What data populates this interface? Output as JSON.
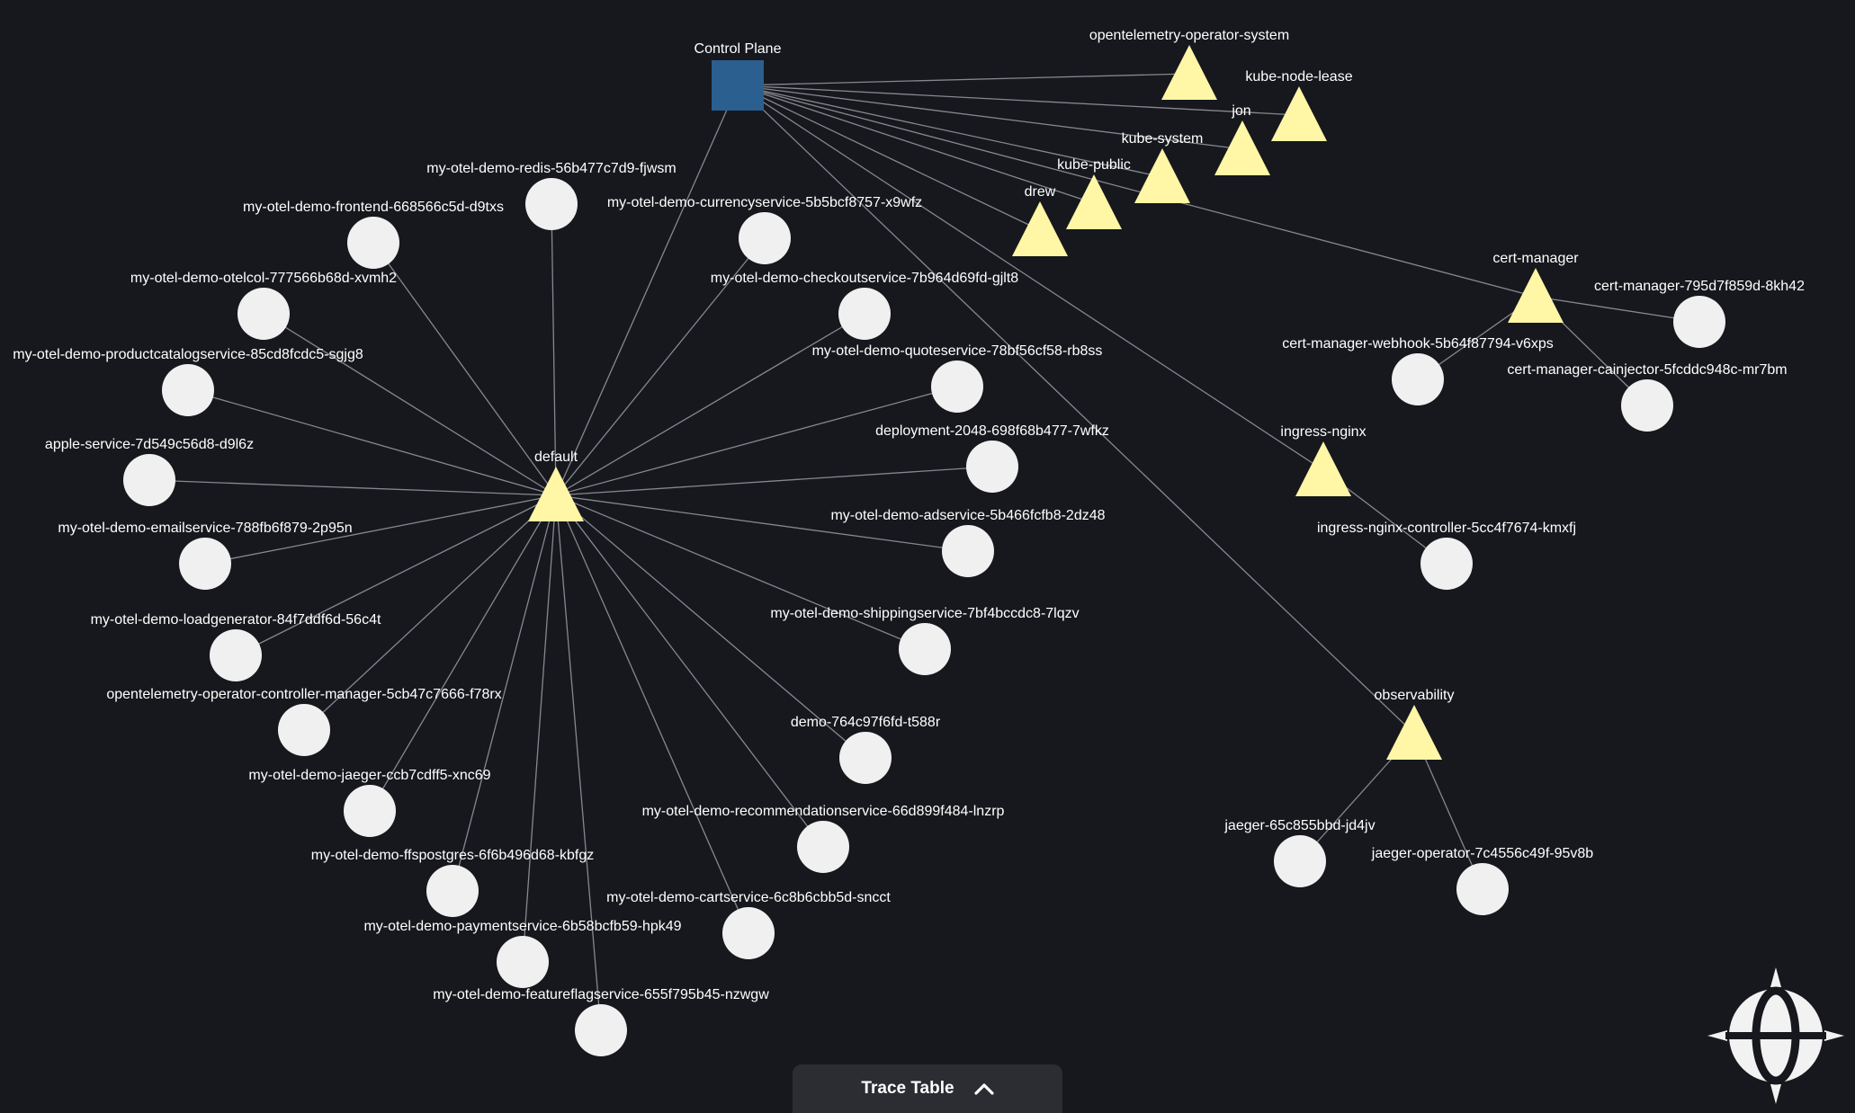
{
  "colors": {
    "background": "#16181d",
    "edge": "#9a9ca3",
    "control_plane": "#2b5f8f",
    "namespace": "#fff6a6",
    "pod": "#f0f0f0",
    "text": "#ffffff"
  },
  "graph": {
    "nodes": [
      {
        "id": "control-plane",
        "label": "Control Plane",
        "kind": "control-plane"
      },
      {
        "id": "opentelemetry-operator-system",
        "label": "opentelemetry-operator-system",
        "kind": "namespace"
      },
      {
        "id": "kube-node-lease",
        "label": "kube-node-lease",
        "kind": "namespace"
      },
      {
        "id": "jon",
        "label": "jon",
        "kind": "namespace"
      },
      {
        "id": "kube-system",
        "label": "kube-system",
        "kind": "namespace"
      },
      {
        "id": "kube-public",
        "label": "kube-public",
        "kind": "namespace"
      },
      {
        "id": "drew",
        "label": "drew",
        "kind": "namespace"
      },
      {
        "id": "cert-manager",
        "label": "cert-manager",
        "kind": "namespace"
      },
      {
        "id": "ingress-nginx",
        "label": "ingress-nginx",
        "kind": "namespace"
      },
      {
        "id": "observability",
        "label": "observability",
        "kind": "namespace"
      },
      {
        "id": "default",
        "label": "default",
        "kind": "namespace"
      },
      {
        "id": "cm-1",
        "label": "cert-manager-795d7f859d-8kh42",
        "kind": "pod"
      },
      {
        "id": "cm-2",
        "label": "cert-manager-webhook-5b64f87794-v6xps",
        "kind": "pod"
      },
      {
        "id": "cm-3",
        "label": "cert-manager-cainjector-5fcddc948c-mr7bm",
        "kind": "pod"
      },
      {
        "id": "ing-1",
        "label": "ingress-nginx-controller-5cc4f7674-kmxfj",
        "kind": "pod"
      },
      {
        "id": "obs-1",
        "label": "jaeger-65c855bbd-jd4jv",
        "kind": "pod"
      },
      {
        "id": "obs-2",
        "label": "jaeger-operator-7c4556c49f-95v8b",
        "kind": "pod"
      },
      {
        "id": "d-1",
        "label": "my-otel-demo-redis-56b477c7d9-fjwsm",
        "kind": "pod"
      },
      {
        "id": "d-2",
        "label": "my-otel-demo-frontend-668566c5d-d9txs",
        "kind": "pod"
      },
      {
        "id": "d-3",
        "label": "my-otel-demo-currencyservice-5b5bcf8757-x9wfz",
        "kind": "pod"
      },
      {
        "id": "d-4",
        "label": "my-otel-demo-otelcol-777566b68d-xvmh2",
        "kind": "pod"
      },
      {
        "id": "d-5",
        "label": "my-otel-demo-checkoutservice-7b964d69fd-gjlt8",
        "kind": "pod"
      },
      {
        "id": "d-6",
        "label": "my-otel-demo-productcatalogservice-85cd8fcdc5-sgjg8",
        "kind": "pod"
      },
      {
        "id": "d-7",
        "label": "my-otel-demo-quoteservice-78bf56cf58-rb8ss",
        "kind": "pod"
      },
      {
        "id": "d-8",
        "label": "apple-service-7d549c56d8-d9l6z",
        "kind": "pod"
      },
      {
        "id": "d-9",
        "label": "deployment-2048-698f68b477-7wfkz",
        "kind": "pod"
      },
      {
        "id": "d-10",
        "label": "my-otel-demo-emailservice-788fb6f879-2p95n",
        "kind": "pod"
      },
      {
        "id": "d-11",
        "label": "my-otel-demo-adservice-5b466fcfb8-2dz48",
        "kind": "pod"
      },
      {
        "id": "d-12",
        "label": "my-otel-demo-loadgenerator-84f7ddf6d-56c4t",
        "kind": "pod"
      },
      {
        "id": "d-13",
        "label": "my-otel-demo-shippingservice-7bf4bccdc8-7lqzv",
        "kind": "pod"
      },
      {
        "id": "d-14",
        "label": "opentelemetry-operator-controller-manager-5cb47c7666-f78rx",
        "kind": "pod"
      },
      {
        "id": "d-15",
        "label": "demo-764c97f6fd-t588r",
        "kind": "pod"
      },
      {
        "id": "d-16",
        "label": "my-otel-demo-jaeger-ccb7cdff5-xnc69",
        "kind": "pod"
      },
      {
        "id": "d-17",
        "label": "my-otel-demo-recommendationservice-66d899f484-lnzrp",
        "kind": "pod"
      },
      {
        "id": "d-18",
        "label": "my-otel-demo-ffspostgres-6f6b496d68-kbfgz",
        "kind": "pod"
      },
      {
        "id": "d-19",
        "label": "my-otel-demo-cartservice-6c8b6cbb5d-sncct",
        "kind": "pod"
      },
      {
        "id": "d-20",
        "label": "my-otel-demo-paymentservice-6b58bcfb59-hpk49",
        "kind": "pod"
      },
      {
        "id": "d-21",
        "label": "my-otel-demo-featureflagservice-655f795b45-nzwgw",
        "kind": "pod"
      }
    ],
    "edges": [
      [
        "control-plane",
        "opentelemetry-operator-system"
      ],
      [
        "control-plane",
        "kube-node-lease"
      ],
      [
        "control-plane",
        "jon"
      ],
      [
        "control-plane",
        "kube-system"
      ],
      [
        "control-plane",
        "kube-public"
      ],
      [
        "control-plane",
        "drew"
      ],
      [
        "control-plane",
        "cert-manager"
      ],
      [
        "control-plane",
        "ingress-nginx"
      ],
      [
        "control-plane",
        "observability"
      ],
      [
        "control-plane",
        "default"
      ],
      [
        "cert-manager",
        "cm-1"
      ],
      [
        "cert-manager",
        "cm-2"
      ],
      [
        "cert-manager",
        "cm-3"
      ],
      [
        "ingress-nginx",
        "ing-1"
      ],
      [
        "observability",
        "obs-1"
      ],
      [
        "observability",
        "obs-2"
      ],
      [
        "default",
        "d-1"
      ],
      [
        "default",
        "d-2"
      ],
      [
        "default",
        "d-3"
      ],
      [
        "default",
        "d-4"
      ],
      [
        "default",
        "d-5"
      ],
      [
        "default",
        "d-6"
      ],
      [
        "default",
        "d-7"
      ],
      [
        "default",
        "d-8"
      ],
      [
        "default",
        "d-9"
      ],
      [
        "default",
        "d-10"
      ],
      [
        "default",
        "d-11"
      ],
      [
        "default",
        "d-12"
      ],
      [
        "default",
        "d-13"
      ],
      [
        "default",
        "d-14"
      ],
      [
        "default",
        "d-15"
      ],
      [
        "default",
        "d-16"
      ],
      [
        "default",
        "d-17"
      ],
      [
        "default",
        "d-18"
      ],
      [
        "default",
        "d-19"
      ],
      [
        "default",
        "d-20"
      ],
      [
        "default",
        "d-21"
      ]
    ]
  },
  "footer": {
    "trace_table_label": "Trace Table",
    "toggle_icon": "chevron-up-icon"
  },
  "logo": {
    "icon": "logo-mark"
  }
}
